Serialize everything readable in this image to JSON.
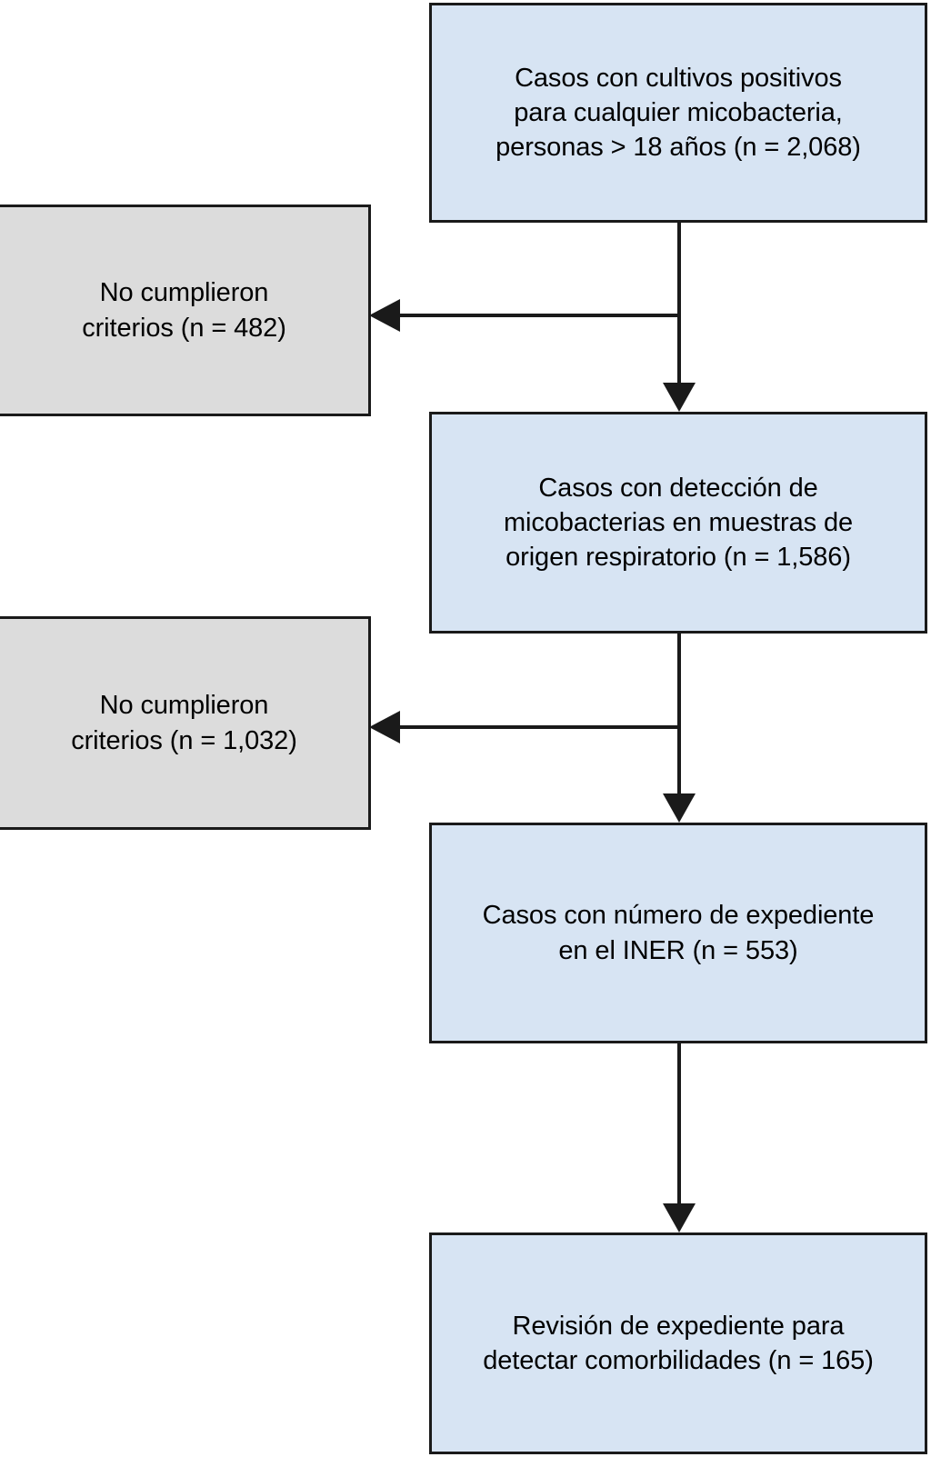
{
  "figure": {
    "type": "flowchart",
    "orientation": "vertical-with-left-exclusions",
    "language": "es"
  },
  "palette": {
    "included_fill": "#d7e4f3",
    "excluded_fill": "#dcdcdc",
    "stroke": "#1a1a1a",
    "text": "#000000",
    "background": "#ffffff"
  },
  "nodes": {
    "step1": {
      "id": "casos-cultivos-positivos",
      "kind": "included",
      "label": "Casos con cultivos positivos\npara cualquier micobacteria,\npersonas > 18 años (n = 2,068)",
      "n": "2,068"
    },
    "excluded1": {
      "id": "no-cumplieron-criterios-482",
      "kind": "excluded",
      "label": "No cumplieron\ncriterios (n = 482)",
      "n": "482"
    },
    "step2": {
      "id": "casos-deteccion-respiratorio",
      "kind": "included",
      "label": "Casos con detección de\nmicobacterias en muestras de\norigen respiratorio (n = 1,586)",
      "n": "1,586"
    },
    "excluded2": {
      "id": "no-cumplieron-criterios-1032",
      "kind": "excluded",
      "label": "No cumplieron\ncriterios (n = 1,032)",
      "n": "1,032"
    },
    "step3": {
      "id": "casos-numero-expediente-iner",
      "kind": "included",
      "label": "Casos con número de expediente\nen el INER (n = 553)",
      "n": "553"
    },
    "step4": {
      "id": "revision-expediente-comorbilidades",
      "kind": "included",
      "label": "Revisión de expediente para\ndetectar comorbilidades (n = 165)",
      "n": "165"
    }
  },
  "edges": [
    {
      "id": "edge-step1-to-step2",
      "from": "step1",
      "to": "step2",
      "direction": "down",
      "arrow": true
    },
    {
      "id": "edge-step1-to-excluded1",
      "from": "step1",
      "to": "excluded1",
      "direction": "left",
      "arrow": true
    },
    {
      "id": "edge-step2-to-step3",
      "from": "step2",
      "to": "step3",
      "direction": "down",
      "arrow": true
    },
    {
      "id": "edge-step2-to-excluded2",
      "from": "step2",
      "to": "excluded2",
      "direction": "left",
      "arrow": true
    },
    {
      "id": "edge-step3-to-step4",
      "from": "step3",
      "to": "step4",
      "direction": "down",
      "arrow": true
    }
  ]
}
